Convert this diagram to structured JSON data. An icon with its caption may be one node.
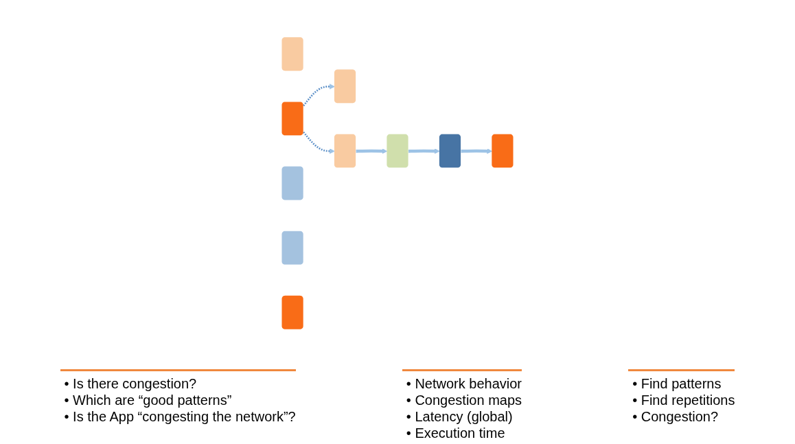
{
  "diagram": {
    "nodes": [
      {
        "text": [],
        "shape": "box"
      },
      {
        "text": [],
        "shape": "box"
      },
      {
        "text": [],
        "shape": "box"
      },
      {
        "text": [],
        "shape": "box"
      },
      {
        "text": [],
        "shape": "box",
        "beside": [
          "• Is there congestion?",
          "• Which are “good patterns”",
          "• Is the App “congesting the network”?"
        ]
      },
      {
        "text": [],
        "shape": "box"
      },
      {
        "text": [],
        "shape": "box"
      },
      {
        "text": [],
        "shape": "box",
        "beside": [
          "• Network behavior",
          "• Congestion maps",
          "• Latency (global)",
          "• Execution time"
        ]
      },
      {
        "text": [],
        "shape": "box"
      },
      {
        "text": [],
        "shape": "box",
        "beside": [
          "• Find patterns",
          "• Find repetitions",
          "• Congestion?"
        ]
      }
    ],
    "edges": [
      {
        "from": 2,
        "to": 3,
        "arrow": "to"
      },
      {
        "from": 3,
        "to": 9,
        "arrow": "to"
      },
      {
        "from": 9,
        "to": 8,
        "arrow": "to"
      },
      {
        "from": 4,
        "to": 0,
        "arrow": "to",
        "style": "dashed",
        "color": "#5b8fc7"
      },
      {
        "from": 4,
        "to": 2,
        "arrow": "to",
        "style": "dashed",
        "color": "#5b8fc7"
      }
    ]
  }
}
